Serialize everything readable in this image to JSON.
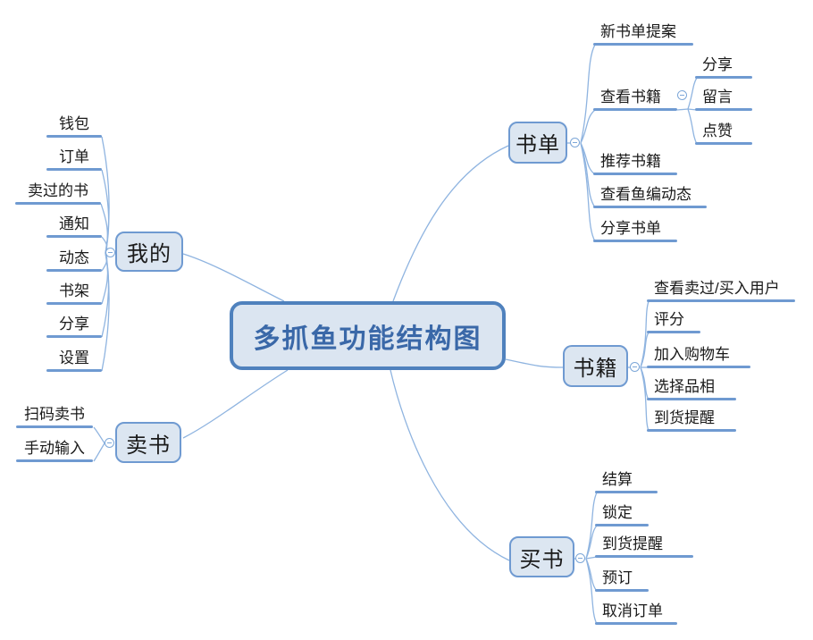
{
  "colors": {
    "node_fill": "#dce6f1",
    "node_border": "#6f9ad1",
    "central_fill": "#dbe5f1",
    "central_border": "#4f81bd",
    "central_text": "#3a68a8",
    "topic_text": "#1a1a1a",
    "branch_line": "#6f9ad1",
    "curve_line": "#8fb4e0",
    "toggle_border": "#7da7d8"
  },
  "mindmap": {
    "central": "多抓鱼功能结构图",
    "toggle_glyph": "-",
    "branches": [
      {
        "label": "书单",
        "children": [
          {
            "label": "新书单提案"
          },
          {
            "label": "查看书籍",
            "children": [
              {
                "label": "分享"
              },
              {
                "label": "留言"
              },
              {
                "label": "点赞"
              }
            ]
          },
          {
            "label": "推荐书籍"
          },
          {
            "label": "查看鱼编动态"
          },
          {
            "label": "分享书单"
          }
        ]
      },
      {
        "label": "书籍",
        "children": [
          {
            "label": "查看卖过/买入用户"
          },
          {
            "label": "评分"
          },
          {
            "label": "加入购物车"
          },
          {
            "label": "选择品相"
          },
          {
            "label": "到货提醒"
          }
        ]
      },
      {
        "label": "买书",
        "children": [
          {
            "label": "结算"
          },
          {
            "label": "锁定"
          },
          {
            "label": "到货提醒"
          },
          {
            "label": "预订"
          },
          {
            "label": "取消订单"
          }
        ]
      },
      {
        "label": "我的",
        "children": [
          {
            "label": "钱包"
          },
          {
            "label": "订单"
          },
          {
            "label": "卖过的书"
          },
          {
            "label": "通知"
          },
          {
            "label": "动态"
          },
          {
            "label": "书架"
          },
          {
            "label": "分享"
          },
          {
            "label": "设置"
          }
        ]
      },
      {
        "label": "卖书",
        "children": [
          {
            "label": "扫码卖书"
          },
          {
            "label": "手动输入"
          }
        ]
      }
    ]
  }
}
